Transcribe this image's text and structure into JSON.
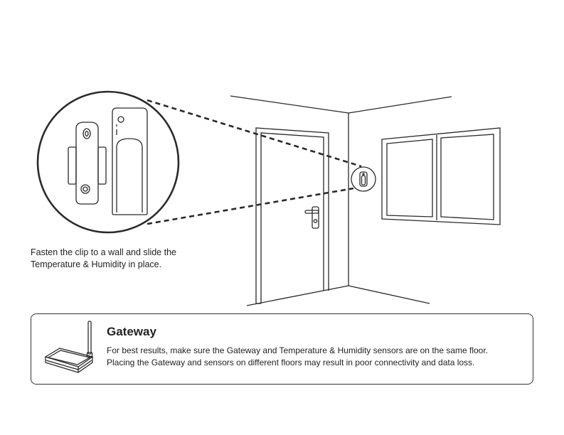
{
  "caption": {
    "line1": "Fasten the clip to a wall and slide the",
    "line2": "Temperature & Humidity in place."
  },
  "gateway": {
    "title": "Gateway",
    "line1": "For best results, make sure the Gateway and Temperature & Humidity sensors are on the same floor.",
    "line2": "Placing the Gateway and sensors on different floors may result in poor connectivity and data loss."
  },
  "colors": {
    "line": "#2a2a2a",
    "background": "#ffffff"
  }
}
